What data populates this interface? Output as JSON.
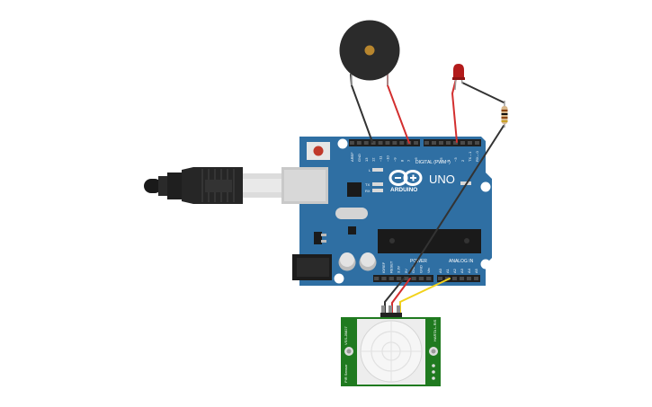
{
  "board": {
    "brand": "ARDUINO",
    "model": "UNO",
    "header_digital": "DIGITAL (PWM~)",
    "header_power": "POWER",
    "header_analog": "ANALOG IN",
    "led_l": "L",
    "led_tx": "TX",
    "led_rx": "RX",
    "digital_pins": [
      "AREF",
      "GND",
      "13",
      "12",
      "~11",
      "~10",
      "~9",
      "8",
      "7",
      "~6",
      "~5",
      "4",
      "~3",
      "2",
      "TX→1",
      "RX←0"
    ],
    "power_pins": [
      "IOREF",
      "RESET",
      "3.3V",
      "5V",
      "GND",
      "GND",
      "Vin"
    ],
    "analog_pins": [
      "A0",
      "A1",
      "A2",
      "A3",
      "A4",
      "A5"
    ]
  },
  "sensor": {
    "model": "VSS-JB827",
    "label_left": "PIR Sensor",
    "label_right": "HARTA L-RIS"
  },
  "components": {
    "buzzer": "piezo-buzzer",
    "led": "red-led",
    "resistor": "resistor",
    "usb": "usb-cable"
  },
  "colors": {
    "board": "#2f6fa3",
    "wire_red": "#d32f2f",
    "wire_black": "#333333",
    "wire_yellow": "#f2d21b",
    "pcb_green": "#1f7a1f",
    "led_red": "#b31b1b"
  }
}
